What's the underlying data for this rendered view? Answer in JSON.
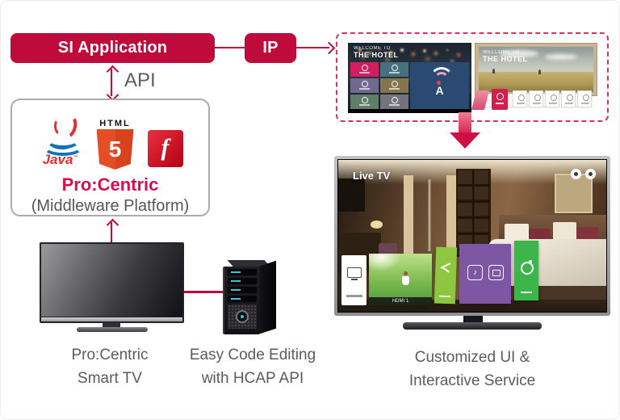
{
  "colors": {
    "accent": "#be0b3c",
    "dashed_border": "#d8325e",
    "arrow_gradient_top": "#ef7d95",
    "arrow_gradient_bottom": "#cf0f44",
    "text_gray": "#5a5c60",
    "procentric_red": "#d6104c",
    "java_red": "#ea2d2e",
    "java_blue": "#1273b9",
    "html5_orange": "#e44d26",
    "flash_red": "#cf0a1e",
    "screen1_panel_blue": "#2b4a72",
    "tile_colors": [
      "#cf1f5e",
      "#47707e",
      "#6f6b8e",
      "#85754d",
      "#5f7d68",
      "#73737d"
    ]
  },
  "si_application": {
    "label": "SI Application"
  },
  "ip_box": {
    "label": "IP"
  },
  "api_link": {
    "label": "API"
  },
  "middleware": {
    "java_label": "Java",
    "java_tm": "™",
    "html_label": "HTML",
    "html5_number": "5",
    "flash_letter": "f",
    "title": "Pro:Centric",
    "subtitle": "(Middleware Platform)"
  },
  "preview_screens": {
    "screen1": {
      "welcome_small": "WELCOME TO",
      "welcome_big": "THE HOTEL",
      "antenna_letter": "A"
    },
    "screen2": {
      "welcome_small": "WELCOME TO",
      "welcome_big": "THE HOTEL"
    }
  },
  "result_tv": {
    "overlay_title": "Live TV",
    "hdmi_label": "HDMI 1",
    "music_icon": "♪"
  },
  "captions": {
    "smart_tv_line1": "Pro:Centric",
    "smart_tv_line2": "Smart TV",
    "server_line1": "Easy Code Editing",
    "server_line2": "with HCAP API",
    "result_line1": "Customized UI &",
    "result_line2": "Interactive Service"
  }
}
